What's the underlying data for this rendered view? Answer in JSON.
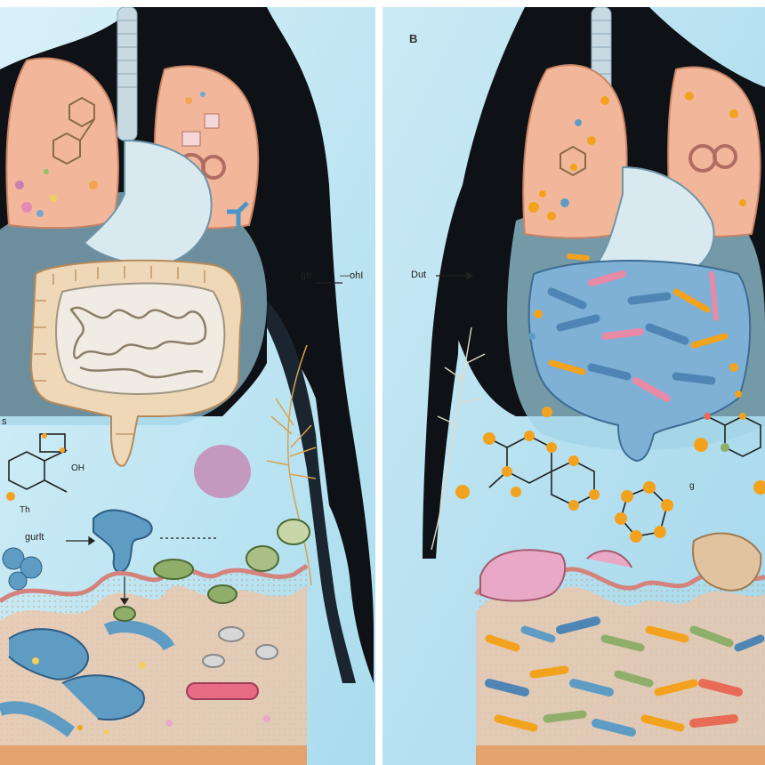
{
  "panel_letter_b": "B",
  "labels_a": {
    "top_right_left": "gIr",
    "top_right_right": "—ohI",
    "chem_oh": "OH",
    "chem_th": "Th",
    "gut_label": "gurlt",
    "edge_s": "s"
  },
  "labels_b": {
    "gut_label": "Dut",
    "chem_g": "g"
  },
  "colors": {
    "sky": "#bfe6f3",
    "silhouette": "#0e1115",
    "lung": "#f2b79a",
    "colon_healthy": "#efd8b8",
    "small_intestine": "#f1ece3",
    "tissue": "#f0c4a4",
    "bacteria_blue": "#5f9cc4",
    "bacteria_orange": "#f3a21e",
    "bacteria_pink": "#e78aa6"
  }
}
